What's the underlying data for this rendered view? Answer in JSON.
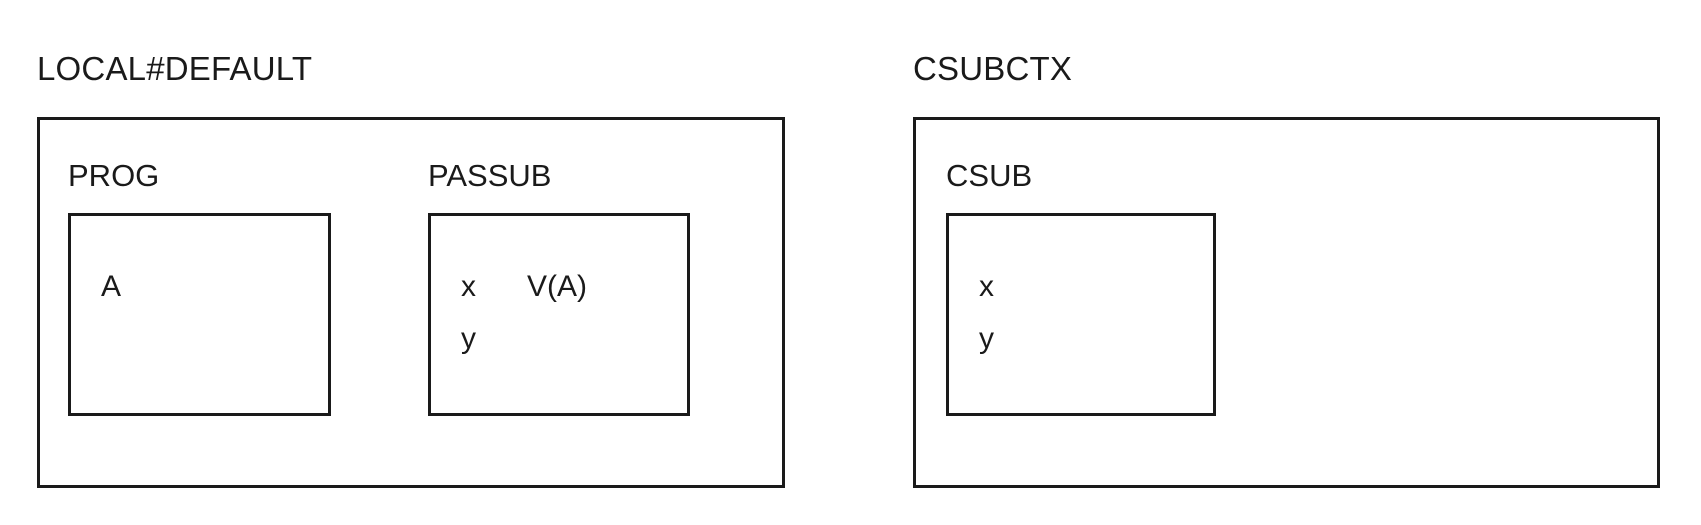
{
  "diagram": {
    "type": "scope-context-diagram",
    "background_color": "#ffffff",
    "line_color": "#1a1a1a",
    "text_color": "#1a1a1a",
    "contexts": [
      {
        "id": "local-default",
        "title": "LOCAL#DEFAULT",
        "scopes": [
          {
            "id": "prog",
            "title": "PROG",
            "variables": [
              {
                "name": "A",
                "value": ""
              }
            ]
          },
          {
            "id": "passub",
            "title": "PASSUB",
            "variables": [
              {
                "name": "x",
                "value": "V(A)"
              },
              {
                "name": "y",
                "value": ""
              }
            ]
          }
        ]
      },
      {
        "id": "csubctx",
        "title": "CSUBCTX",
        "scopes": [
          {
            "id": "csub",
            "title": "CSUB",
            "variables": [
              {
                "name": "x",
                "value": ""
              },
              {
                "name": "y",
                "value": ""
              }
            ]
          }
        ]
      }
    ]
  }
}
